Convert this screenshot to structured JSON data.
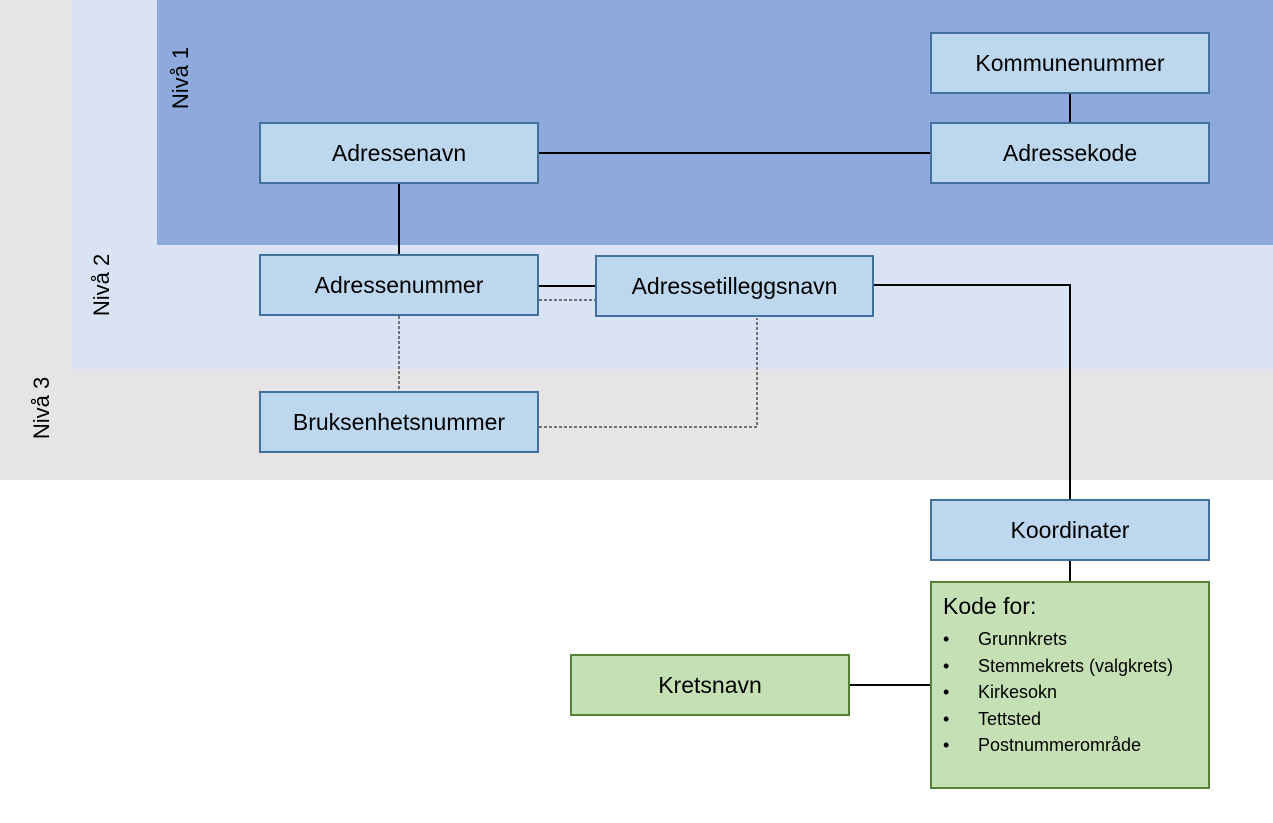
{
  "levels": {
    "niva1": "Nivå 1",
    "niva2": "Nivå 2",
    "niva3": "Nivå 3"
  },
  "boxes": {
    "kommunenummer": "Kommunenummer",
    "adressenavn": "Adressenavn",
    "adressekode": "Adressekode",
    "adressenummer": "Adressenummer",
    "adressetilleggsnavn": "Adressetilleggsnavn",
    "bruksenhetsnummer": "Bruksenhetsnummer",
    "koordinater": "Koordinater",
    "kretsnavn": "Kretsnavn"
  },
  "kode_for": {
    "title": "Kode for:",
    "items": [
      "Grunnkrets",
      "Stemmekrets (valgkrets)",
      "Kirkesokn",
      "Tettsted",
      "Postnummerområde"
    ]
  },
  "colors": {
    "niva1_band": "#8eaadc",
    "niva2_band": "#dae3f3",
    "niva3_band": "#e6e4e5",
    "blue_box_fill": "#bdd7ee",
    "blue_box_border": "#41719c",
    "green_box_fill": "#c5e0b4",
    "green_box_border": "#538135"
  }
}
